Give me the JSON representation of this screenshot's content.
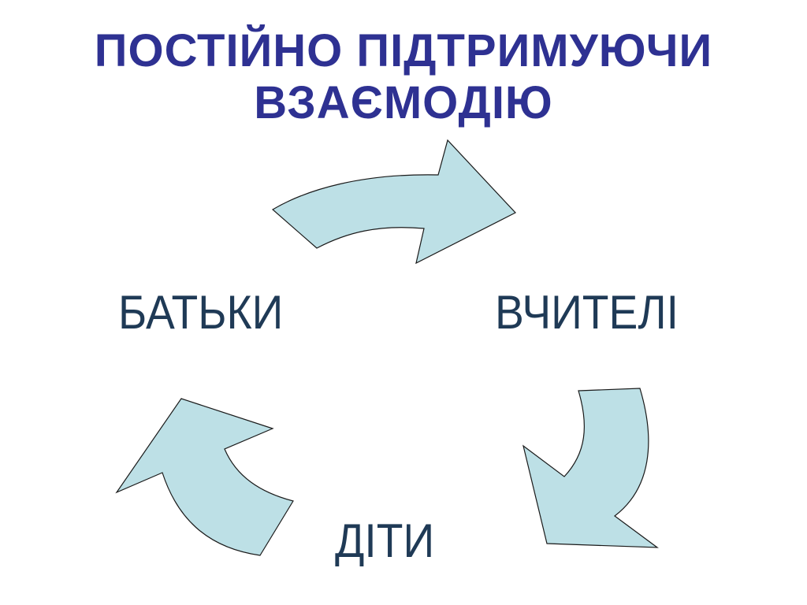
{
  "title": {
    "line1": "ПОСТІЙНО ПІДТРИМУЮЧИ",
    "line2": "ВЗАЄМОДІЮ"
  },
  "nodes": {
    "parents": "БАТЬКИ",
    "teachers": "ВЧИТЕЛІ",
    "children": "ДІТИ"
  },
  "colors": {
    "title": "#2e3192",
    "label": "#1f3a56",
    "arrow_fill": "#bde0e6",
    "arrow_stroke": "#1a1a1a"
  }
}
